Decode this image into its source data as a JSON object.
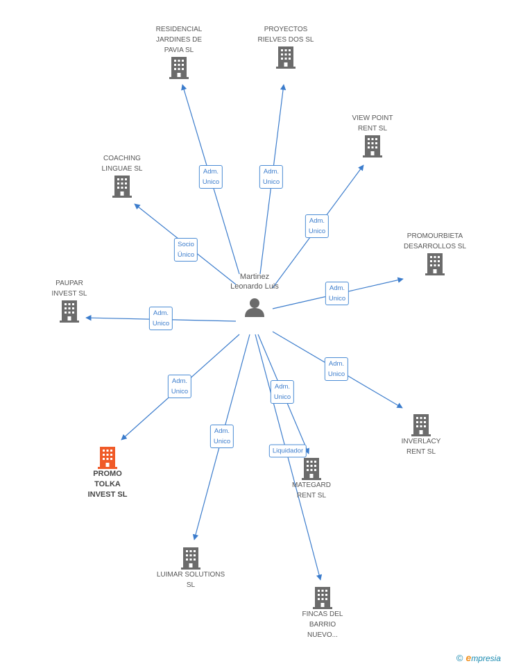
{
  "person": {
    "name": "Martinez Leonardo Luis"
  },
  "companies": {
    "residencial": "RESIDENCIAL JARDINES DE PAVIA SL",
    "proyectos": "PROYECTOS RIELVES DOS SL",
    "viewpoint": "VIEW POINT RENT SL",
    "coaching": "COACHING LINGUAE SL",
    "promourbieta": "PROMOURBIETA DESARROLLOS SL",
    "paupar": "PAUPAR INVEST SL",
    "promo": "PROMO TOLKA INVEST SL",
    "inverlacy": "INVERLACY RENT SL",
    "mategard": "MATEGARD RENT SL",
    "luimar": "LUIMAR SOLUTIONS SL",
    "fincas": "FINCAS DEL BARRIO NUEVO..."
  },
  "roles": {
    "residencial": "Adm.\nUnico",
    "proyectos": "Adm.\nUnico",
    "viewpoint": "Adm.\nUnico",
    "coaching": "Socio\nÚnico",
    "promourbieta": "Adm.\nUnico",
    "paupar": "Adm.\nUnico",
    "promo": "Adm.\nUnico",
    "inverlacy": "Adm.\nUnico",
    "mategard": "Adm.\nUnico",
    "mategard2": "Liquidador",
    "luimar": "Adm.\nUnico"
  },
  "colors": {
    "edge": "#3b7ccc",
    "building": "#6b6b6b",
    "focus_building": "#f05a28",
    "person": "#6b6b6b"
  },
  "footer": {
    "copyright": "©",
    "brand_e": "e",
    "brand_rest": "mpresia"
  }
}
